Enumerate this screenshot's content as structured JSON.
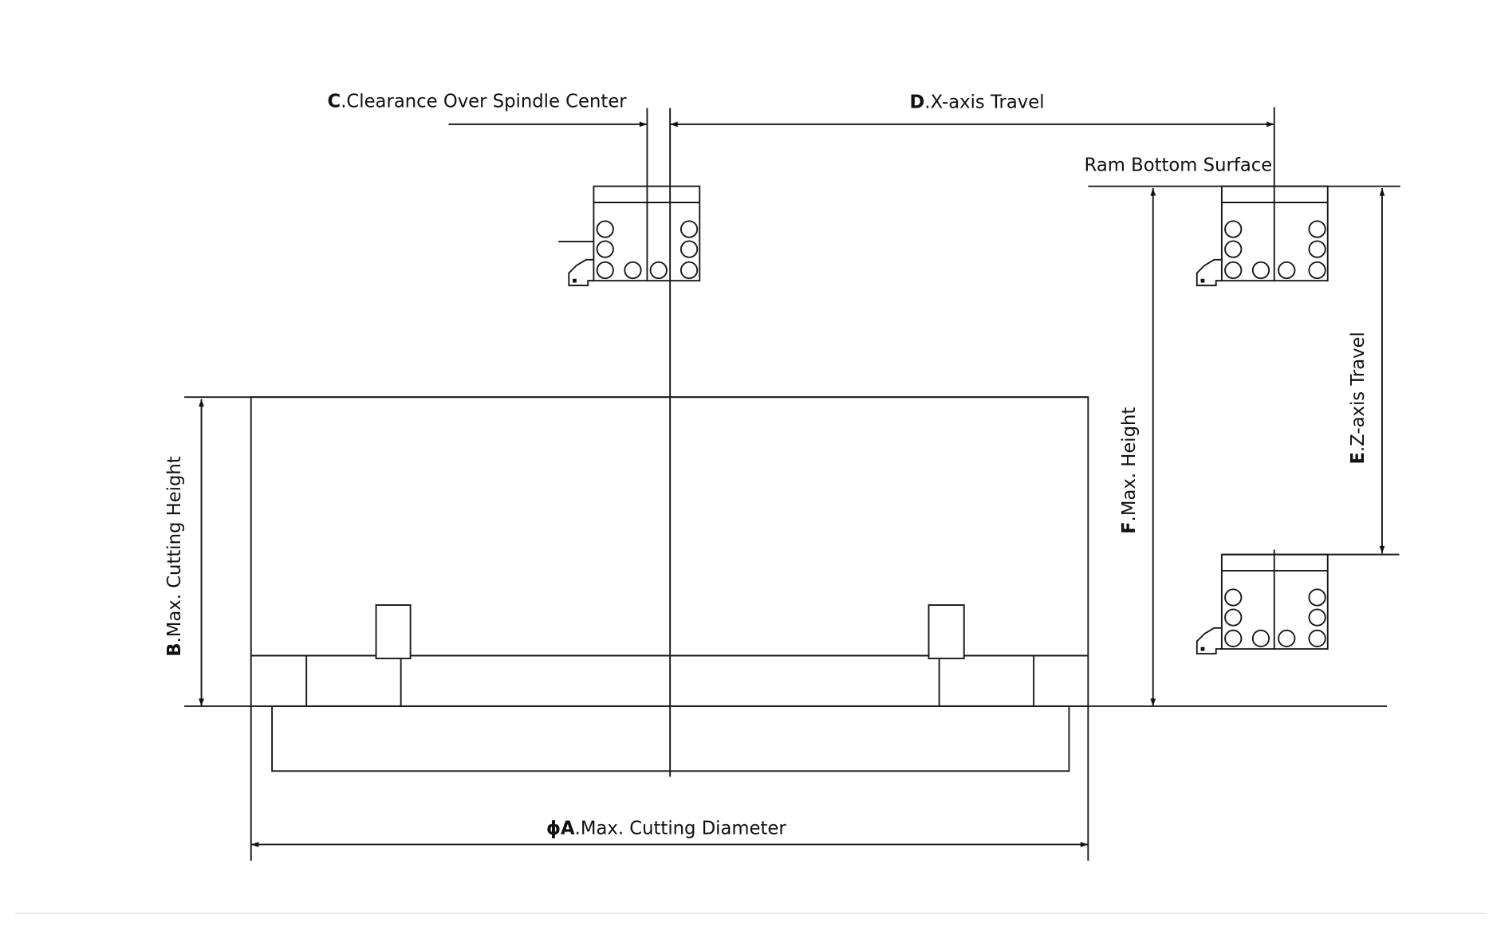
{
  "labels": {
    "a": {
      "letter": "ϕA",
      "text": ".Max. Cutting Diameter"
    },
    "b": {
      "letter": "B",
      "text": ".Max. Cutting Height"
    },
    "c": {
      "letter": "C",
      "text": ".Clearance Over Spindle Center"
    },
    "d": {
      "letter": "D",
      "text": ".X-axis Travel"
    },
    "e": {
      "letter": "E",
      "text": ".Z-axis Travel"
    },
    "f": {
      "letter": "F",
      "text": ".Max. Height"
    },
    "ram": "Ram Bottom Surface"
  }
}
